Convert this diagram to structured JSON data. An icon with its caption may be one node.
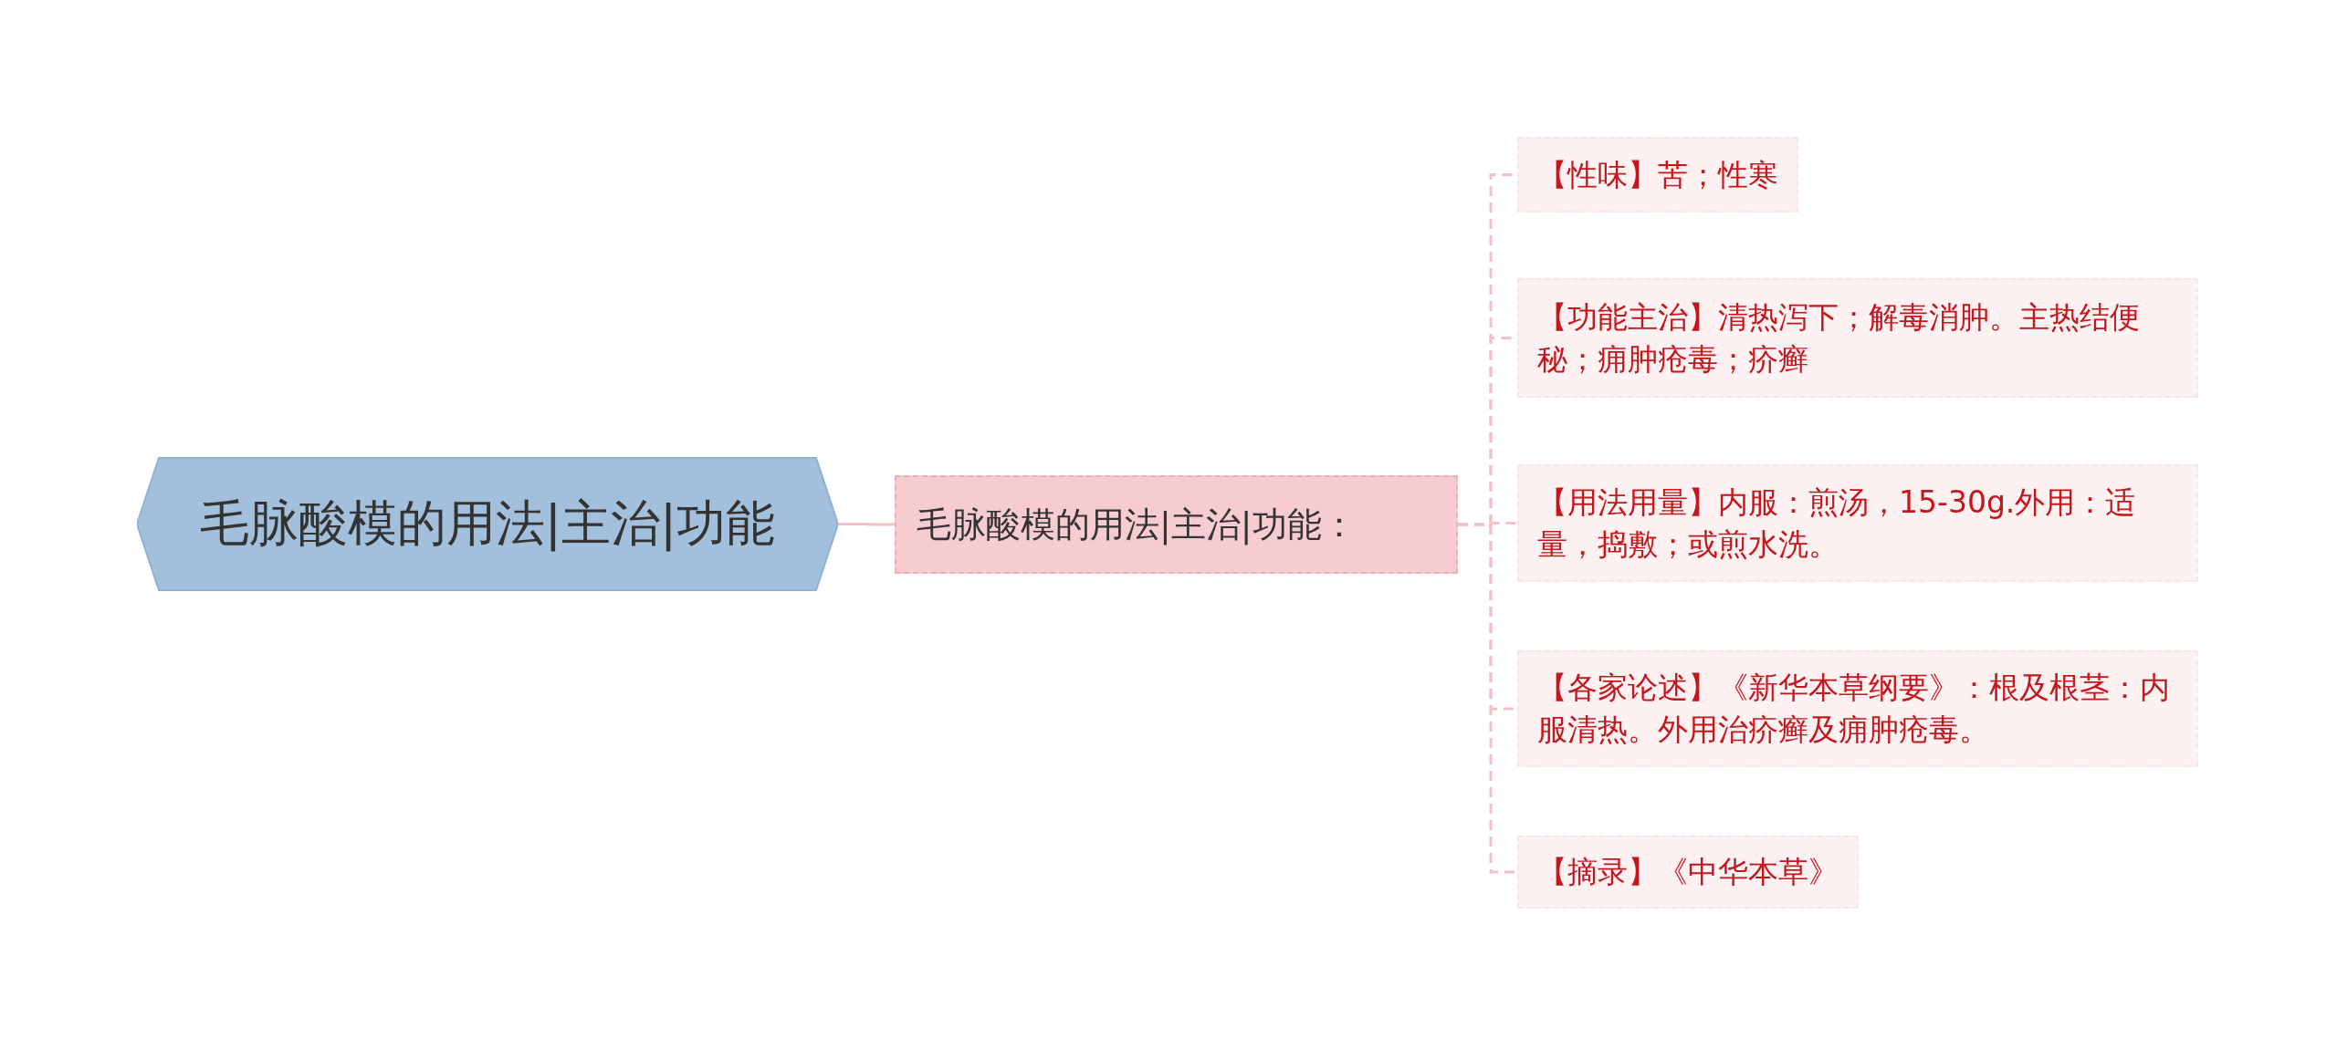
{
  "diagram": {
    "nodes": [
      {
        "text": [
          "毛脉酸模的用法|主治|功能"
        ]
      },
      {
        "text": [
          "毛脉酸模的用法|主治|功能："
        ]
      },
      {
        "text": [
          "【性味】苦；性寒"
        ]
      },
      {
        "text": [
          "【功能主治】清热泻下；解毒消肿。主热结便秘；痈肿疮毒；疥癣"
        ]
      },
      {
        "text": [
          "【用法用量】内服：煎汤，15-30g.外用：适量，捣敷；或煎水洗。"
        ]
      },
      {
        "text": [
          "【各家论述】《新华本草纲要》：根及根茎：内服清热。外用治疥癣及痈肿疮毒。"
        ]
      },
      {
        "text": [
          "【摘录】《中华本草》"
        ]
      }
    ],
    "edges": [
      {
        "from": 0,
        "to": 1,
        "arrow": "none"
      },
      {
        "from": 1,
        "to": 2,
        "arrow": "none",
        "style": "dashed"
      },
      {
        "from": 1,
        "to": 3,
        "arrow": "none",
        "style": "dashed"
      },
      {
        "from": 1,
        "to": 4,
        "arrow": "none",
        "style": "dashed"
      },
      {
        "from": 1,
        "to": 5,
        "arrow": "none",
        "style": "dashed"
      },
      {
        "from": 1,
        "to": 6,
        "arrow": "none",
        "style": "dashed"
      }
    ]
  }
}
